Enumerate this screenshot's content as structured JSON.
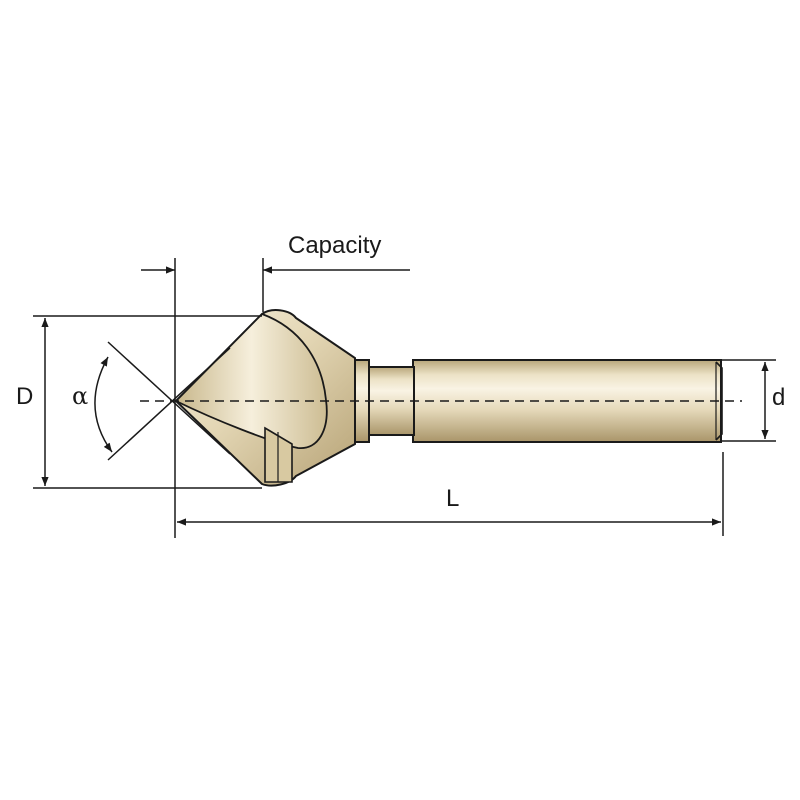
{
  "labels": {
    "capacity": "Capacity",
    "diameter_d_big": "D",
    "diameter_d_small": "d",
    "angle_alpha": "α",
    "length_l": "L"
  },
  "colors": {
    "line": "#1a1a1a",
    "body_light": "#f4ecd8",
    "body_mid": "#dccfac",
    "body_dark": "#b39f72",
    "background": "#ffffff"
  }
}
